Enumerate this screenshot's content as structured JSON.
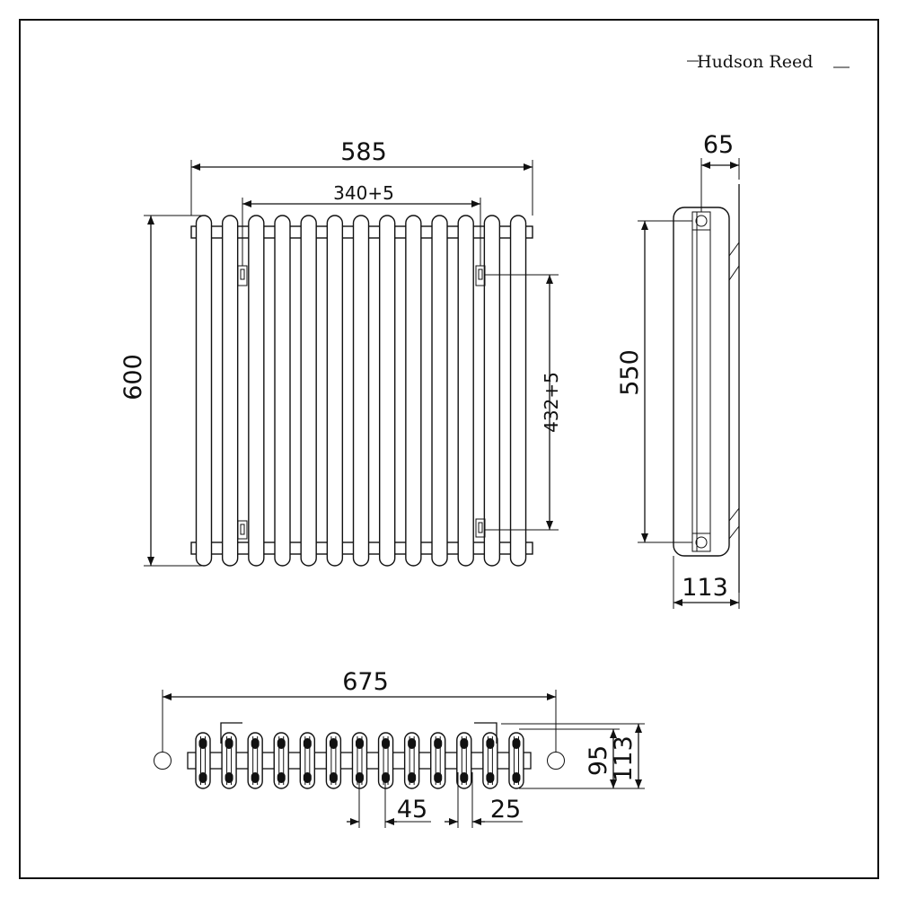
{
  "brand": {
    "name": "Hudson Reed"
  },
  "front_view": {
    "width_label": "585",
    "height_label": "600",
    "bracket_spacing_label": "340+5",
    "bracket_height_label": "432+5",
    "columns": 13
  },
  "side_view": {
    "depth_top_label": "65",
    "pipe_centres_label": "550",
    "depth_label": "113"
  },
  "plan_view": {
    "overall_width_label": "675",
    "column_pitch_label": "45",
    "tube_diameter_label": "25",
    "inner_depth_label": "95",
    "outer_depth_label": "113",
    "columns": 13
  },
  "colors": {
    "line": "#111111",
    "background": "#ffffff"
  }
}
